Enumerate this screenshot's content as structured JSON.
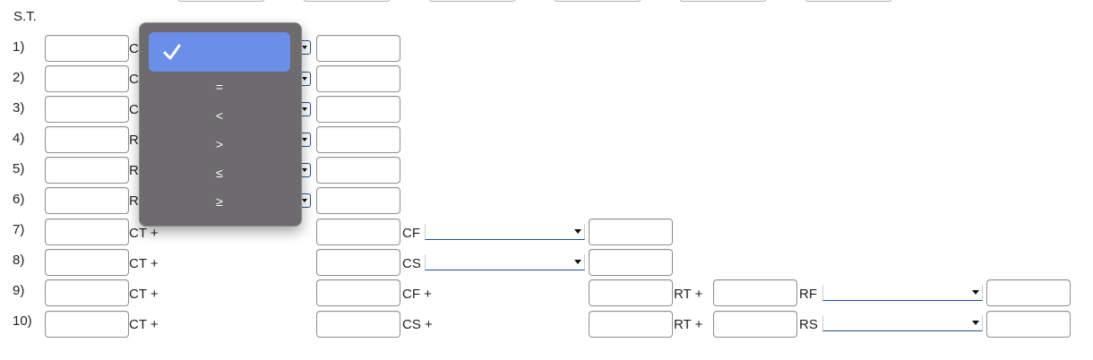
{
  "header": {
    "st_label": "S.T."
  },
  "row_labels": [
    "1)",
    "2)",
    "3)",
    "4)",
    "5)",
    "6)",
    "7)",
    "8)",
    "9)",
    "10)"
  ],
  "terms": {
    "row1_prefix": "C",
    "row2_prefix": "C",
    "row3_prefix": "C",
    "row4_prefix": "R",
    "row5_prefix": "R",
    "row6_prefix": "R",
    "ct_plus": "CT +",
    "cf": "CF",
    "cs": "CS",
    "cf_plus": "CF +",
    "cs_plus": "CS +",
    "rt_plus": "RT +",
    "rf": "RF",
    "rs": "RS"
  },
  "dropdown": {
    "options": [
      "",
      "=",
      "<",
      ">",
      "≤",
      "≥"
    ],
    "selected_index": 0
  }
}
